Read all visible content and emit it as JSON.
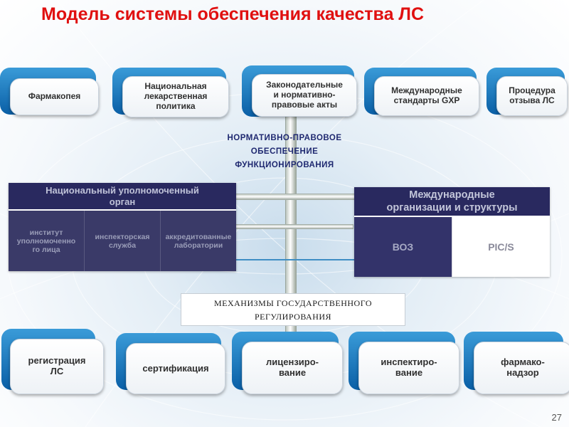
{
  "title": "Модель системы обеспечения качества ЛС",
  "top_cards": [
    {
      "lines": [
        "Фармакопея"
      ]
    },
    {
      "lines": [
        "Национальная",
        "лекарственная",
        "политика"
      ]
    },
    {
      "lines": [
        "Законодательные",
        "и нормативно-",
        "правовые акты"
      ]
    },
    {
      "lines": [
        "Международные",
        "стандарты  GXP"
      ]
    },
    {
      "lines": [
        "Процедура",
        "отзыва ЛС"
      ]
    }
  ],
  "center_caption": [
    "НОРМАТИВНО-ПРАВОВОЕ",
    "ОБЕСПЕЧЕНИЕ",
    "ФУНКЦИОНИРОВАНИЯ"
  ],
  "left_block": {
    "header": [
      "Национальный  уполномоченный",
      "орган"
    ],
    "cells": [
      [
        "институт",
        "уполномоченно",
        "го лица"
      ],
      [
        "инспекторская",
        "служба"
      ],
      [
        "аккредитованные",
        "лаборатории"
      ]
    ]
  },
  "right_block": {
    "header": [
      "Международные",
      "организации и структуры"
    ],
    "cells": [
      "ВОЗ",
      "PIC/S"
    ]
  },
  "mechanisms_caption": [
    "МЕХАНИЗМЫ ГОСУДАРСТВЕННОГО",
    "РЕГУЛИРОВАНИЯ"
  ],
  "bottom_cards": [
    {
      "lines": [
        "регистрация",
        "ЛС"
      ]
    },
    {
      "lines": [
        "сертификация"
      ]
    },
    {
      "lines": [
        "лицензиро-",
        "вание"
      ]
    },
    {
      "lines": [
        "инспектиро-",
        "вание"
      ]
    },
    {
      "lines": [
        "фармако-",
        "надзор"
      ]
    }
  ],
  "page_number": "27",
  "colors": {
    "title": "#e01010",
    "card_back": "#0a5fa6",
    "table_header": "#29295f",
    "caption": "#1e2870"
  }
}
